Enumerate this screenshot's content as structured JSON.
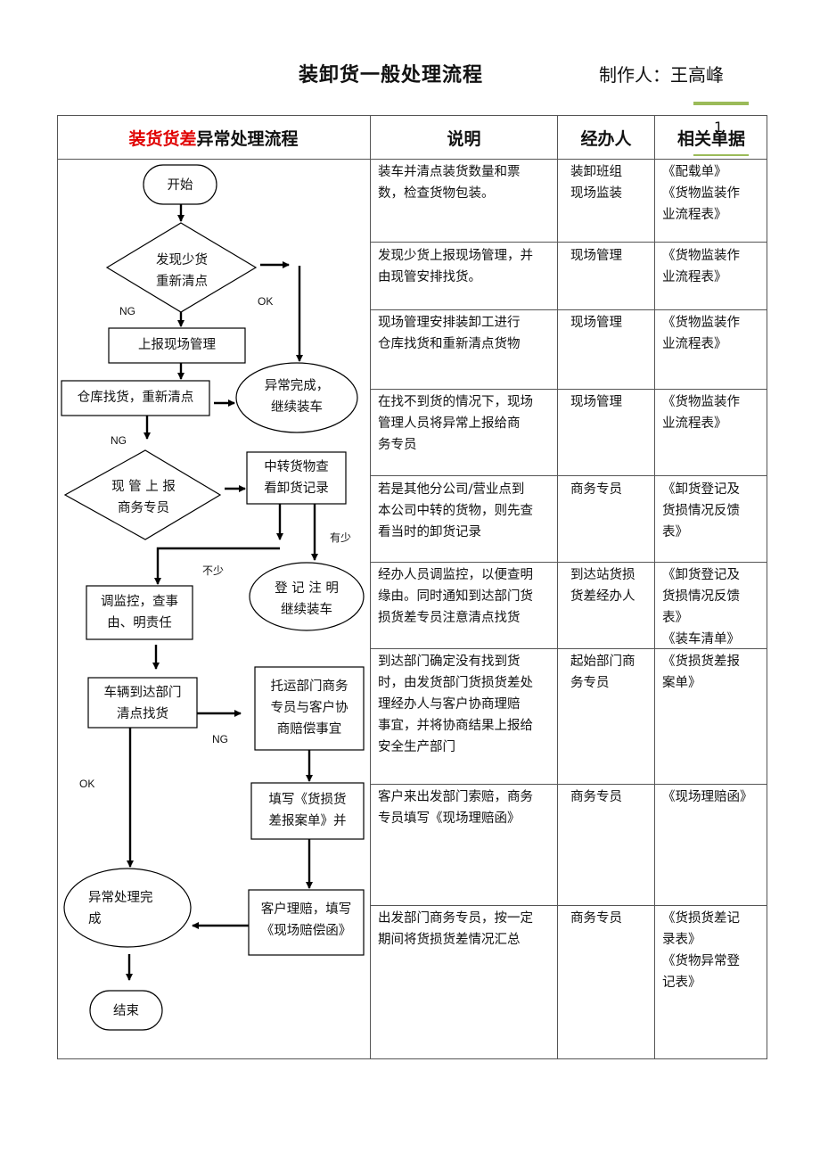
{
  "header": {
    "title": "装卸货一般处理流程",
    "author": "制作人：王高峰",
    "page_number": "1"
  },
  "columns": {
    "flow_red": "装货货差",
    "flow_rest": "异常处理流程",
    "desc": "说明",
    "agent": "经办人",
    "docs": "相关单据"
  },
  "flow": {
    "start": "开始",
    "d1_line1": "发现少货",
    "d1_line2": "重新清点",
    "ng1": "NG",
    "ok1": "OK",
    "b_report": "上报现场管理",
    "b_search": "仓库找货，重新清点",
    "e_done1_line1": "异常完成，",
    "e_done1_line2": "继续装车",
    "ng2": "NG",
    "d2_line1": "现 管 上 报",
    "d2_line2": "商务专员",
    "b_check_line1": "中转货物查",
    "b_check_line2": "看卸货记录",
    "less": "有少",
    "not_less": "不少",
    "e_reg_line1": "登 记 注 明",
    "e_reg_line2": "继续装车",
    "b_monitor_line1": "调监控，查事",
    "b_monitor_line2": "由、明责任",
    "b_vehicle_line1": "车辆到达部门",
    "b_vehicle_line2": "清点找货",
    "ng3": "NG",
    "ok3": "OK",
    "b_negotiate_line1": "托运部门商务",
    "b_negotiate_line2": "专员与客户协",
    "b_negotiate_line3": "商赔偿事宜",
    "b_fill_line1": "填写《货损货",
    "b_fill_line2": "差报案单》并",
    "b_claim_line1": "客户理赔，填写",
    "b_claim_line2": "《现场赔偿函》",
    "e_done2_line1": "异常处理完",
    "e_done2_line2": "成",
    "end": "结束"
  },
  "rows": [
    {
      "desc": [
        "装车并清点装货数量和票",
        "数，检查货物包装。"
      ],
      "agent": [
        "装卸班组",
        "现场监装"
      ],
      "docs": [
        "《配载单》",
        "《货物监装作",
        "业流程表》"
      ]
    },
    {
      "desc": [
        "发现少货上报现场管理，并",
        "由现管安排找货。"
      ],
      "agent": [
        "现场管理"
      ],
      "docs": [
        "《货物监装作",
        "业流程表》"
      ]
    },
    {
      "desc": [
        "现场管理安排装卸工进行",
        "仓库找货和重新清点货物"
      ],
      "agent": [
        "现场管理"
      ],
      "docs": [
        "《货物监装作",
        "业流程表》"
      ]
    },
    {
      "desc": [
        "在找不到货的情况下，现场",
        "管理人员将异常上报给商",
        "务专员"
      ],
      "agent": [
        "现场管理"
      ],
      "docs": [
        "《货物监装作",
        "业流程表》"
      ]
    },
    {
      "desc": [
        "若是其他分公司/营业点到",
        "本公司中转的货物，则先查",
        "看当时的卸货记录"
      ],
      "agent": [
        "商务专员"
      ],
      "docs": [
        "《卸货登记及",
        "货损情况反馈",
        "表》"
      ]
    },
    {
      "desc": [
        "经办人员调监控，以便查明",
        "缘由。同时通知到达部门货",
        "损货差专员注意清点找货"
      ],
      "agent": [
        "到达站货损",
        "货差经办人"
      ],
      "docs": [
        "《卸货登记及",
        "货损情况反馈",
        "表》",
        "《装车清单》"
      ]
    },
    {
      "desc": [
        "到达部门确定没有找到货",
        "时，由发货部门货损货差处",
        "理经办人与客户协商理赔",
        "事宜，并将协商结果上报给",
        "安全生产部门"
      ],
      "agent": [
        "起始部门商",
        "务专员"
      ],
      "docs": [
        "《货损货差报",
        "案单》"
      ]
    },
    {
      "desc": [
        "客户来出发部门索赔，商务",
        "专员填写《现场理赔函》"
      ],
      "agent": [
        "商务专员"
      ],
      "docs": [
        "《现场理赔函》"
      ]
    },
    {
      "desc": [
        "出发部门商务专员，按一定",
        "期间将货损货差情况汇总"
      ],
      "agent": [
        "商务专员"
      ],
      "docs": [
        "《货损货差记",
        "录表》",
        "《货物异常登",
        "记表》"
      ]
    }
  ]
}
